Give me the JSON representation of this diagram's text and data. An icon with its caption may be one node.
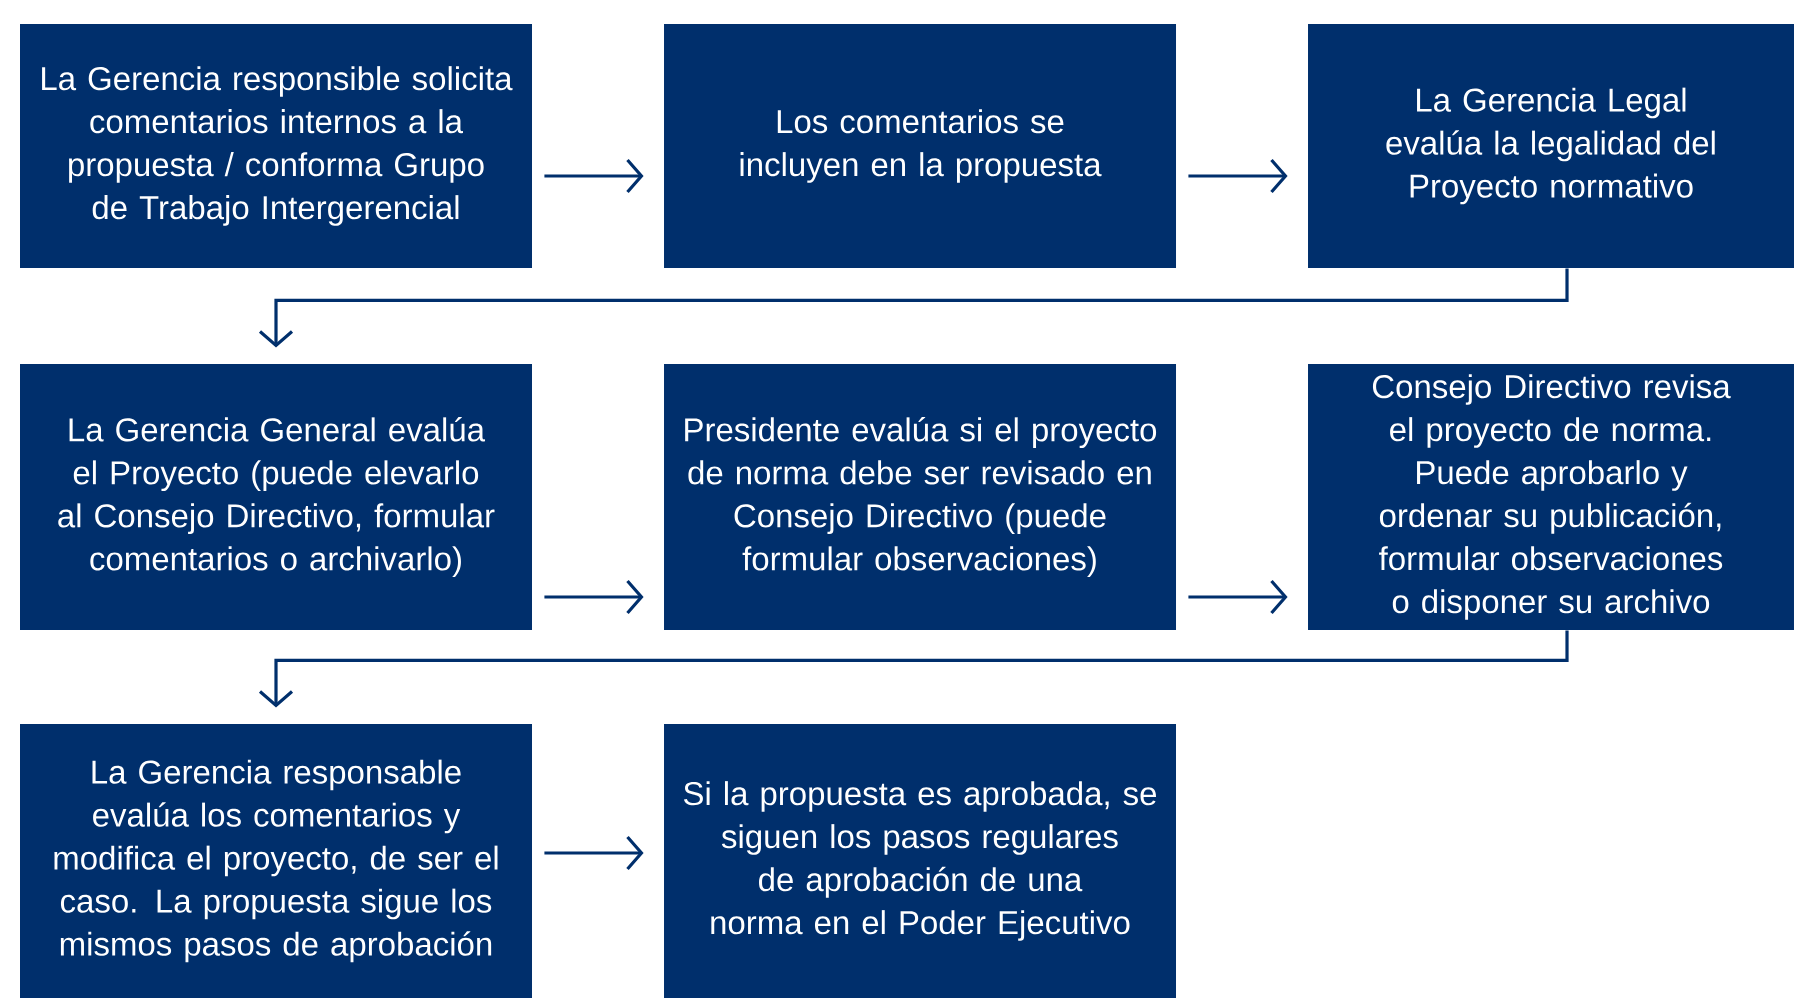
{
  "diagram": {
    "nodes": [
      {
        "text": [
          "La Gerencia responsible solicita comentarios internos a la propuesta / conforma Grupo de Trabajo Intergerencial"
        ]
      },
      {
        "text": [
          "Los comentarios se incluyen en la propuesta"
        ]
      },
      {
        "text": [
          "La Gerencia Legal evalúa la legalidad del Proyecto normativo"
        ]
      },
      {
        "text": [
          "La Gerencia General evalúa el Proyecto (puede elevarlo al Consejo Directivo, formular comentarios o archivarlo)"
        ]
      },
      {
        "text": [
          "Presidente evalúa si el proyecto de norma debe ser revisado en Consejo Directivo (puede formular observaciones)"
        ]
      },
      {
        "text": [
          "Consejo Directivo revisa el proyecto de norma. Puede aprobarlo y ordenar su publicación, formular observaciones o disponer su archivo"
        ]
      },
      {
        "text": [
          "La Gerencia responsable evalúa los comentarios y modifica el proyecto, de ser el caso. La propuesta sigue los mismos pasos de aprobación"
        ]
      },
      {
        "text": [
          "Si la propuesta es aprobada, se siguen los pasos regulares de aprobación de una norma en el Poder Ejecutivo"
        ]
      }
    ],
    "edges": [
      {
        "from": 0,
        "to": 1,
        "arrow": "to"
      },
      {
        "from": 1,
        "to": 2,
        "arrow": "to"
      },
      {
        "from": 2,
        "to": 3,
        "arrow": "to"
      },
      {
        "from": 3,
        "to": 4,
        "arrow": "to"
      },
      {
        "from": 4,
        "to": 5,
        "arrow": "to"
      },
      {
        "from": 5,
        "to": 6,
        "arrow": "to"
      },
      {
        "from": 6,
        "to": 7,
        "arrow": "to"
      }
    ]
  }
}
